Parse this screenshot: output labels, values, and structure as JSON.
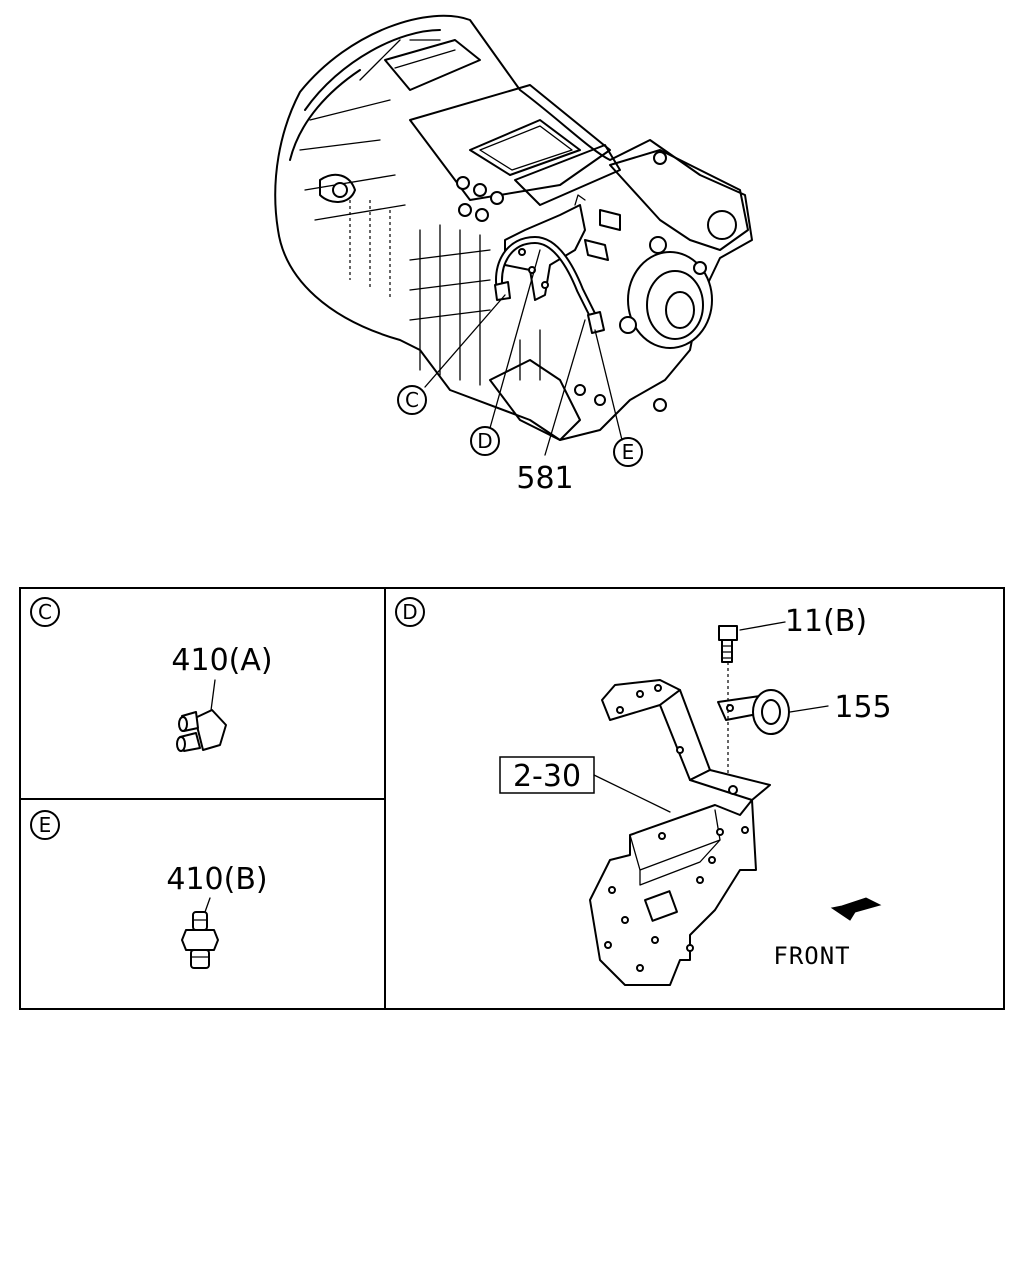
{
  "callouts": {
    "top_c": "C",
    "top_d": "D",
    "top_e": "E",
    "top_part": "581"
  },
  "panels": {
    "c": {
      "letter": "C",
      "part_label": "410(A)"
    },
    "e": {
      "letter": "E",
      "part_label": "410(B)"
    },
    "d": {
      "letter": "D",
      "bolt_label": "11(B)",
      "clip_label": "155",
      "bracket_ref": "2-30",
      "front_label": "FRONT"
    }
  }
}
